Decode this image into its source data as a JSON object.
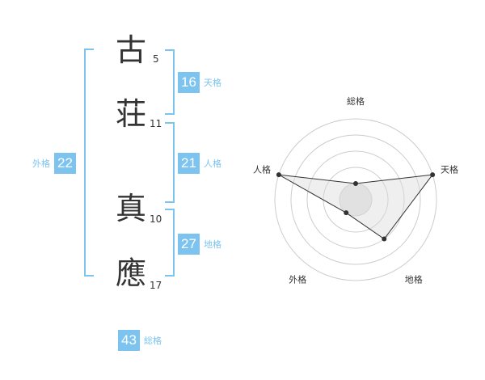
{
  "name": {
    "characters": [
      {
        "char": "古",
        "strokes": "5"
      },
      {
        "char": "荘",
        "strokes": "11"
      },
      {
        "char": "真",
        "strokes": "10"
      },
      {
        "char": "應",
        "strokes": "17"
      }
    ]
  },
  "scores": {
    "tenkaku": {
      "value": "16",
      "label": "天格"
    },
    "jinkaku": {
      "value": "21",
      "label": "人格"
    },
    "chikaku": {
      "value": "27",
      "label": "地格"
    },
    "gaikaku": {
      "value": "22",
      "label": "外格"
    },
    "soukaku": {
      "value": "43",
      "label": "総格"
    }
  },
  "colors": {
    "accent": "#7cc3f0",
    "text": "#333333",
    "ring": "#cccccc",
    "fill": "#eeeeee"
  },
  "chart_data": {
    "type": "radar",
    "axes": [
      "総格",
      "天格",
      "地格",
      "外格",
      "人格"
    ],
    "values": [
      1,
      5,
      3,
      1,
      5
    ],
    "max": 5,
    "rings": 5
  }
}
